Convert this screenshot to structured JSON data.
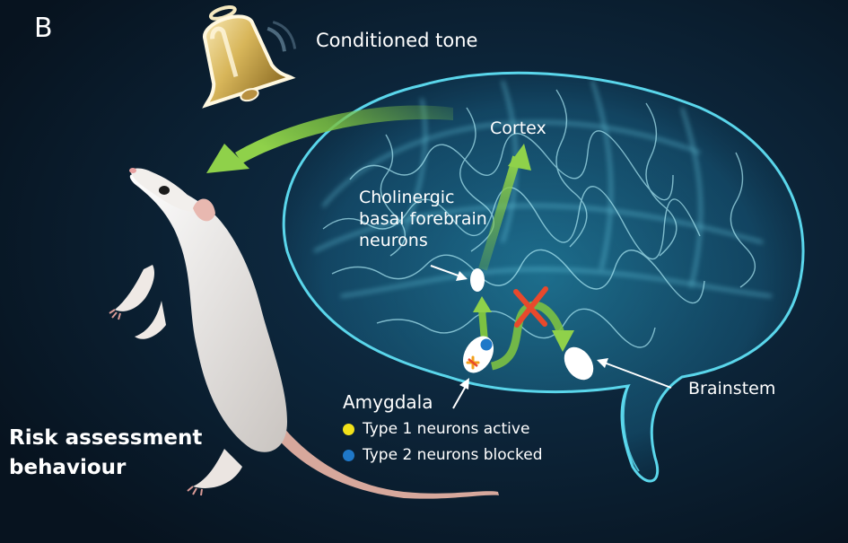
{
  "panel_letter": "B",
  "labels": {
    "tone": "Conditioned tone",
    "cortex": "Cortex",
    "cholinergic_line1": "Cholinergic",
    "cholinergic_line2": "basal forebrain",
    "cholinergic_line3": "neurons",
    "amygdala": "Amygdala",
    "brainstem": "Brainstem",
    "risk_line1": "Risk assessment",
    "risk_line2": "behaviour"
  },
  "legend": [
    {
      "text": "Type 1 neurons active",
      "color": "#f2e21a"
    },
    {
      "text": "Type 2 neurons blocked",
      "color": "#1f78c8"
    }
  ],
  "colors": {
    "background": "#0b1b2c",
    "brain_glow": "#3fc8e6",
    "arrow_green": "#7cc142",
    "block_cross": "#e8492c",
    "bell_gold": "#d8b65a"
  },
  "icons": [
    "bell-icon",
    "rat-illustration",
    "brain-illustration"
  ]
}
